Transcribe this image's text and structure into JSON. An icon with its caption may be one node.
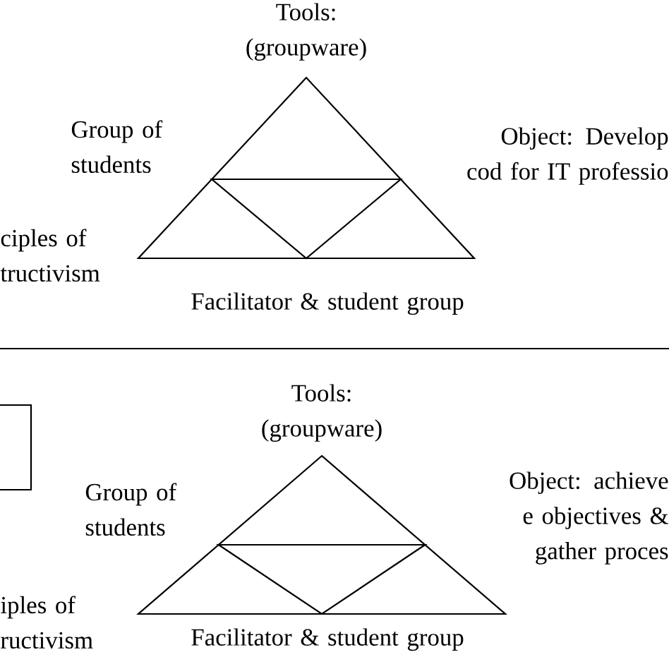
{
  "diagram": {
    "labels": [
      "Tools: (groupware)",
      "Group of students",
      "Object: Develop cod for IT professio",
      "ciples of tructivism",
      "Facilitator & student group",
      "Tools: (groupware)",
      "Group of students",
      "Object: achieve e objectives & gather proces",
      "iples of ructivism",
      "Facilitator & student group"
    ]
  }
}
